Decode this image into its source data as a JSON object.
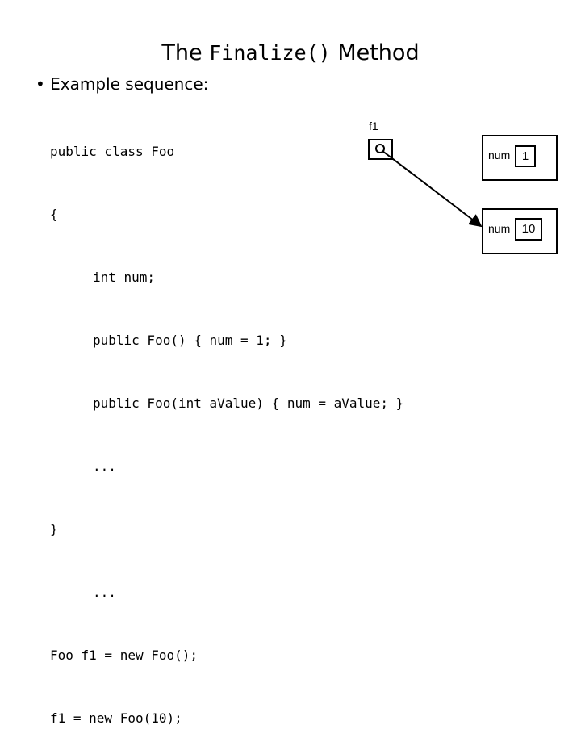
{
  "title": {
    "prefix": "The ",
    "code": "Finalize()",
    "suffix": " Method"
  },
  "bullet": "Example sequence:",
  "code_lines": [
    {
      "text": "public class Foo",
      "indent": false
    },
    {
      "text": "{",
      "indent": false
    },
    {
      "text": "int num;",
      "indent": true
    },
    {
      "text": "public Foo() { num = 1; }",
      "indent": true
    },
    {
      "text": "public Foo(int aValue) { num = aValue; }",
      "indent": true
    },
    {
      "text": "...",
      "indent": true
    },
    {
      "text": "}",
      "indent": false
    },
    {
      "text": "...",
      "indent": true
    },
    {
      "text": "Foo f1 = new Foo();",
      "indent": false
    },
    {
      "text": "f1 = new Foo(10);",
      "indent": false
    }
  ],
  "diagram": {
    "ref_label": "f1",
    "objects": [
      {
        "field": "num",
        "value": "1"
      },
      {
        "field": "num",
        "value": "10"
      }
    ]
  }
}
